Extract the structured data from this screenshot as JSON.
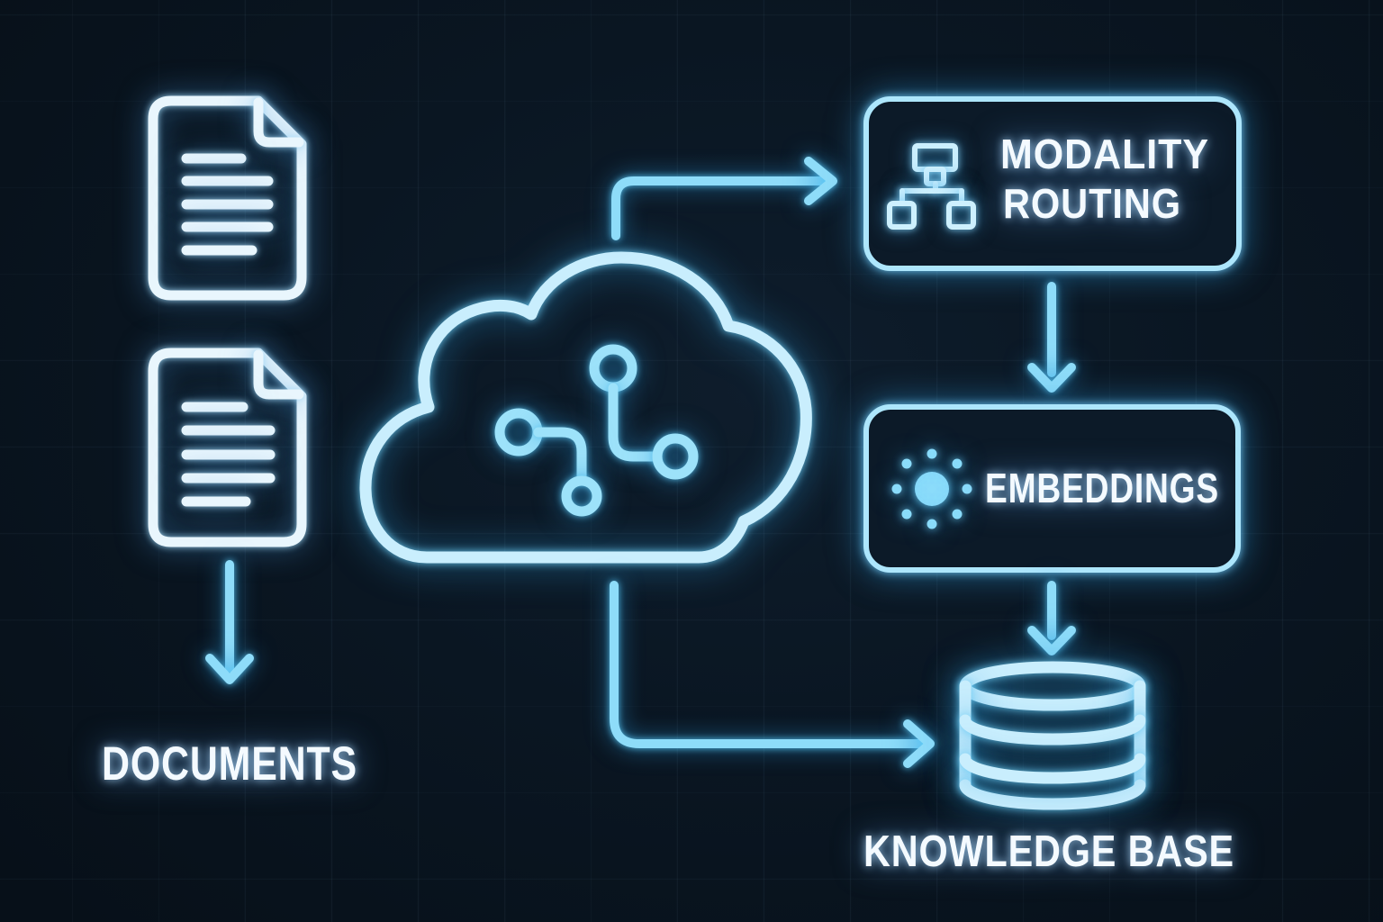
{
  "meta": {
    "description": "Neon flowchart diagram of a document ingestion pipeline",
    "style": "neon-outline on dark blueprint grid"
  },
  "colors": {
    "background": "#0a1622",
    "accent_cyan": "#8edcf9",
    "bright_stroke": "#c9eefd",
    "box_border": "#ade6fc",
    "box_fill": "#0c1a28",
    "text": "#f4faff"
  },
  "nodes": {
    "documents": {
      "label": "DOCUMENTS",
      "icon": "document-icon",
      "icon_count": 2
    },
    "cloud": {
      "icon": "cloud-circuit-icon"
    },
    "modality_routing": {
      "label_lines": [
        "MODALITY",
        "ROUTING"
      ],
      "icon": "sitemap-icon"
    },
    "embeddings": {
      "label": "EMBEDDINGS",
      "icon": "sparkle-icon"
    },
    "knowledge_base": {
      "label": "KNOWLEDGE BASE",
      "icon": "database-icon"
    }
  },
  "edges": [
    {
      "from": "documents",
      "to": "documents-label",
      "shape": "straight-down-arrow"
    },
    {
      "from": "cloud",
      "to": "modality_routing",
      "shape": "elbow-up-right-arrow"
    },
    {
      "from": "modality_routing",
      "to": "embeddings",
      "shape": "straight-down-arrow"
    },
    {
      "from": "embeddings",
      "to": "knowledge_base",
      "shape": "straight-down-arrow"
    },
    {
      "from": "cloud",
      "to": "knowledge_base",
      "shape": "elbow-down-right-arrow"
    }
  ]
}
